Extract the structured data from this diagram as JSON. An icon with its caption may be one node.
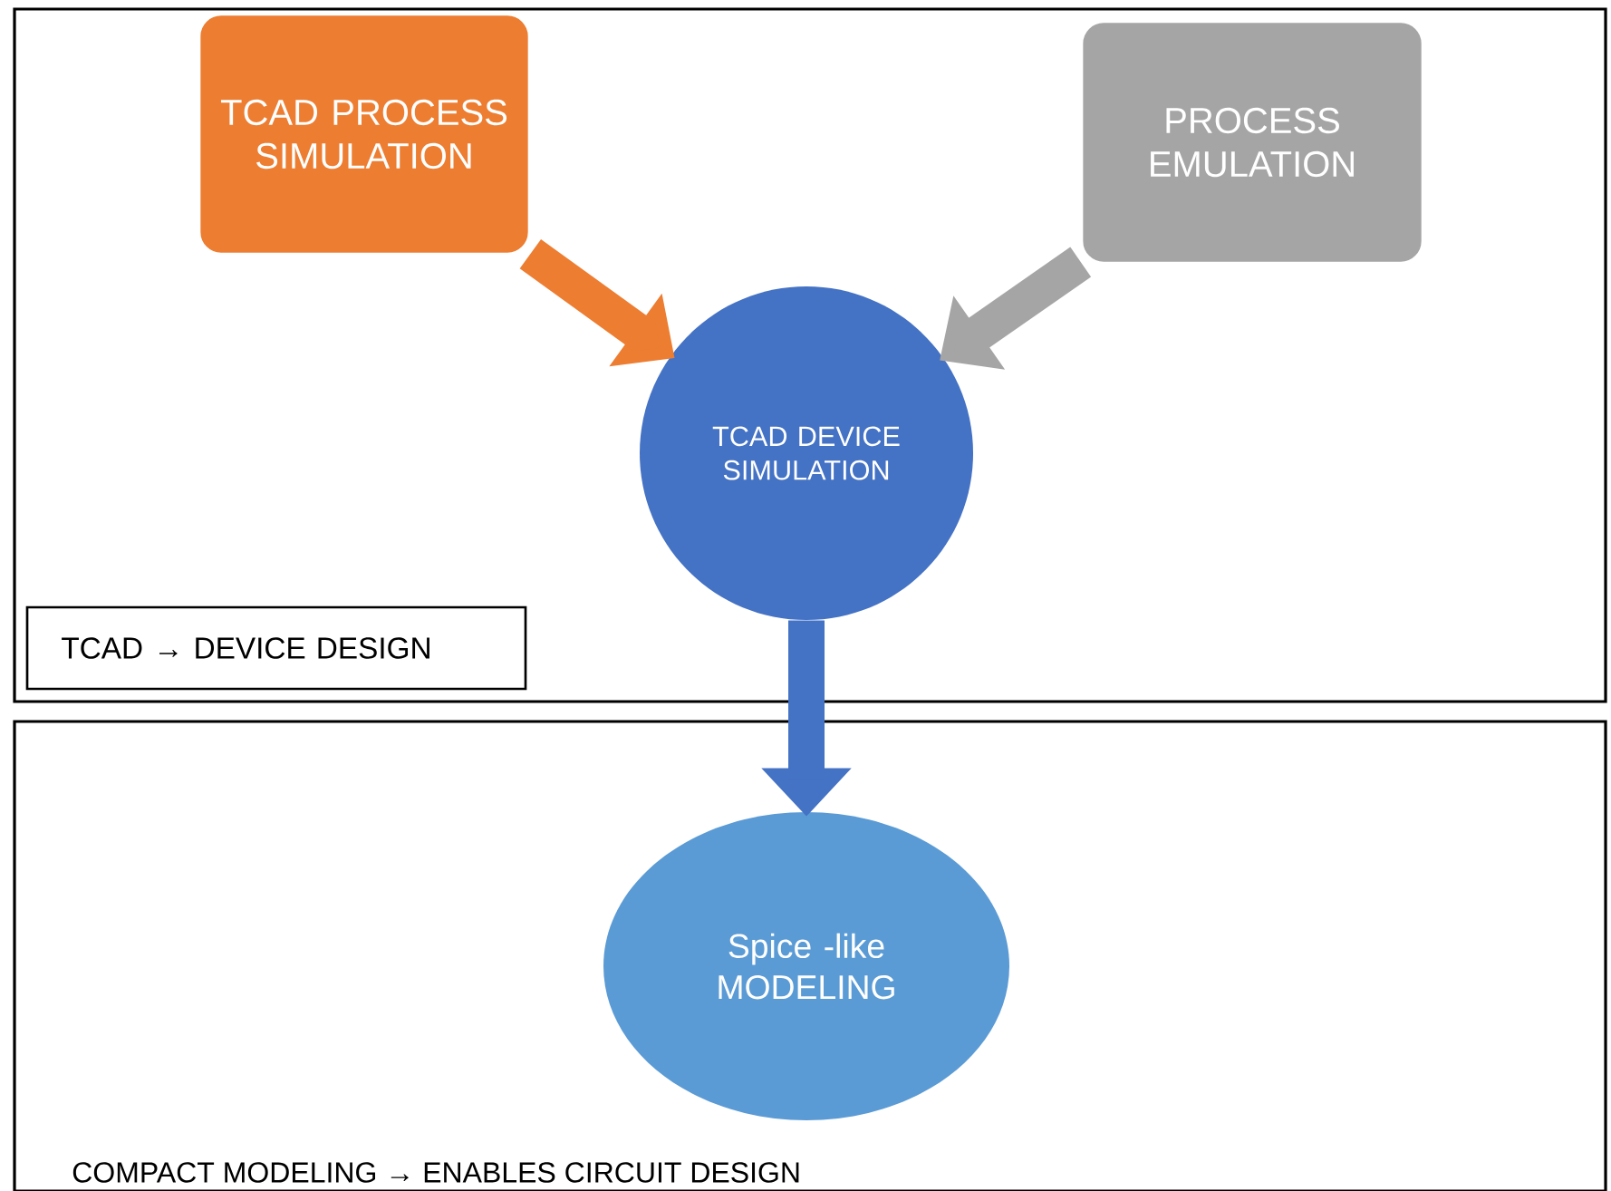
{
  "diagram": {
    "nodes": [
      {
        "text": [],
        "shape": "box"
      },
      {
        "text": [
          "TCAD → DEVICE DESIGN"
        ],
        "in": 0
      },
      {
        "text": [
          "TCAD PROCESS SIMULATION"
        ],
        "in": 0
      },
      {
        "text": [
          "PROCESS EMULATION"
        ],
        "in": 0
      },
      {
        "text": [
          "TCAD DEVICE SIMULATION"
        ],
        "in": 0
      },
      {
        "text": [
          "COMPACT MODELING → ENABLES CIRCUIT DESIGN"
        ]
      },
      {
        "text": [
          "Spice -like MODELING"
        ],
        "in": 5
      }
    ],
    "edges": [
      {
        "from": 2,
        "to": 4,
        "arrow": "to",
        "color": "#ed7d31"
      },
      {
        "from": 3,
        "to": 4,
        "arrow": "to",
        "color": "#a5a5a5"
      },
      {
        "from": 4,
        "to": 6,
        "arrow": "to",
        "color": "#4472c4"
      }
    ]
  }
}
